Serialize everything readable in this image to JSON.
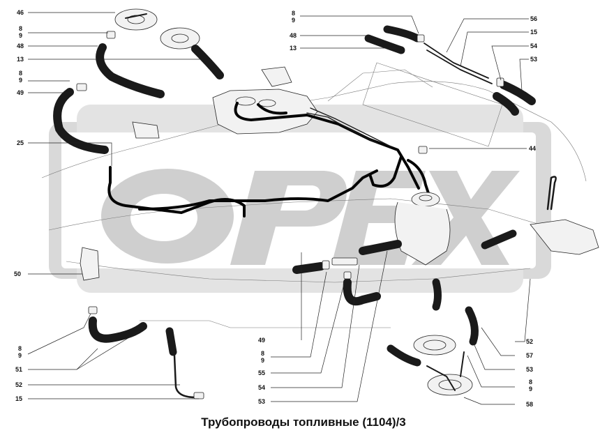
{
  "title": "Трубопроводы топливные (1104)/3",
  "watermark": "OPEX",
  "colors": {
    "watermark": "#cfcfcf",
    "line": "#111111",
    "hose": "#1a1a1a"
  },
  "labels_left": [
    "46",
    "8",
    "9",
    "48",
    "13",
    "8",
    "9",
    "49",
    "25",
    "50",
    "8",
    "9",
    "51",
    "52",
    "15"
  ],
  "labels_top_center": [
    "8",
    "9",
    "48",
    "13"
  ],
  "labels_right_top": [
    "56",
    "15",
    "54",
    "53",
    "44"
  ],
  "labels_bottom_center": [
    "49",
    "8",
    "9",
    "55",
    "54",
    "53"
  ],
  "labels_right_bottom": [
    "52",
    "57",
    "53",
    "8",
    "9",
    "58"
  ]
}
